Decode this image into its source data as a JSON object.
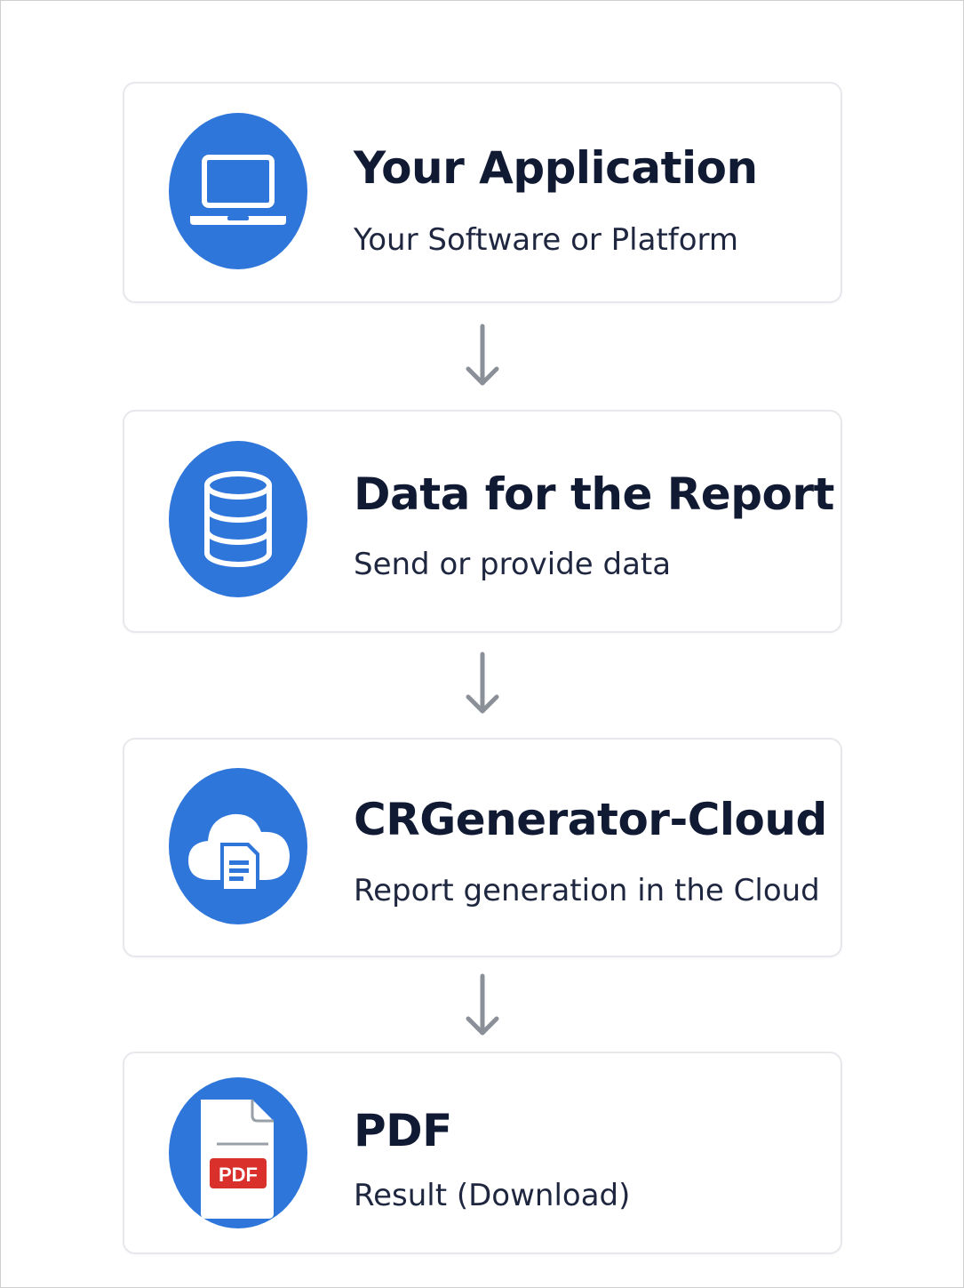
{
  "steps": [
    {
      "title": "Your Application",
      "subtitle": "Your Software or Platform",
      "icon": "laptop-icon",
      "accent": "#2f76db"
    },
    {
      "title": "Data for the Report",
      "subtitle": "Send or provide data",
      "icon": "database-icon",
      "accent": "#2f76db"
    },
    {
      "title": "CRGenerator-Cloud",
      "subtitle": "Report generation in the Cloud",
      "icon": "cloud-document-icon",
      "accent": "#2f76db"
    },
    {
      "title": "PDF",
      "subtitle": "Result (Download)",
      "icon": "pdf-file-icon",
      "accent": "#2f76db",
      "badge": "PDF",
      "badge_color": "#d9302b"
    }
  ],
  "arrow_color": "#8a8f98"
}
